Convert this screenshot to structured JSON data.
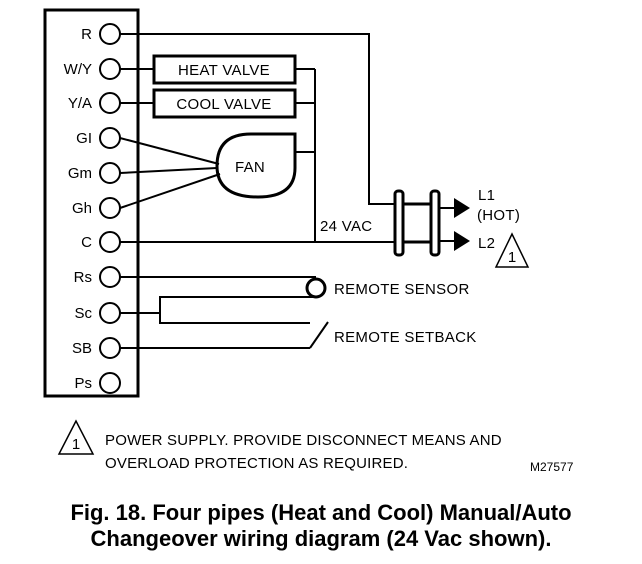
{
  "terminals": [
    {
      "label": "R"
    },
    {
      "label": "W/Y"
    },
    {
      "label": "Y/A"
    },
    {
      "label": "GI"
    },
    {
      "label": "Gm"
    },
    {
      "label": "Gh"
    },
    {
      "label": "C"
    },
    {
      "label": "Rs"
    },
    {
      "label": "Sc"
    },
    {
      "label": "SB"
    },
    {
      "label": "Ps"
    }
  ],
  "components": {
    "heat_valve": "HEAT VALVE",
    "cool_valve": "COOL VALVE",
    "fan": "FAN",
    "voltage": "24 VAC",
    "l1": "L1",
    "hot": "(HOT)",
    "l2": "L2",
    "remote_sensor": "REMOTE SENSOR",
    "remote_setback": "REMOTE SETBACK",
    "note_marker": "1"
  },
  "note": {
    "marker": "1",
    "line1": "POWER SUPPLY.  PROVIDE DISCONNECT MEANS AND",
    "line2": "OVERLOAD PROTECTION AS REQUIRED."
  },
  "figure_code": "M27577",
  "caption": {
    "line1": "Fig. 18. Four pipes (Heat and Cool) Manual/Auto",
    "line2": "Changeover wiring diagram (24 Vac shown)."
  }
}
